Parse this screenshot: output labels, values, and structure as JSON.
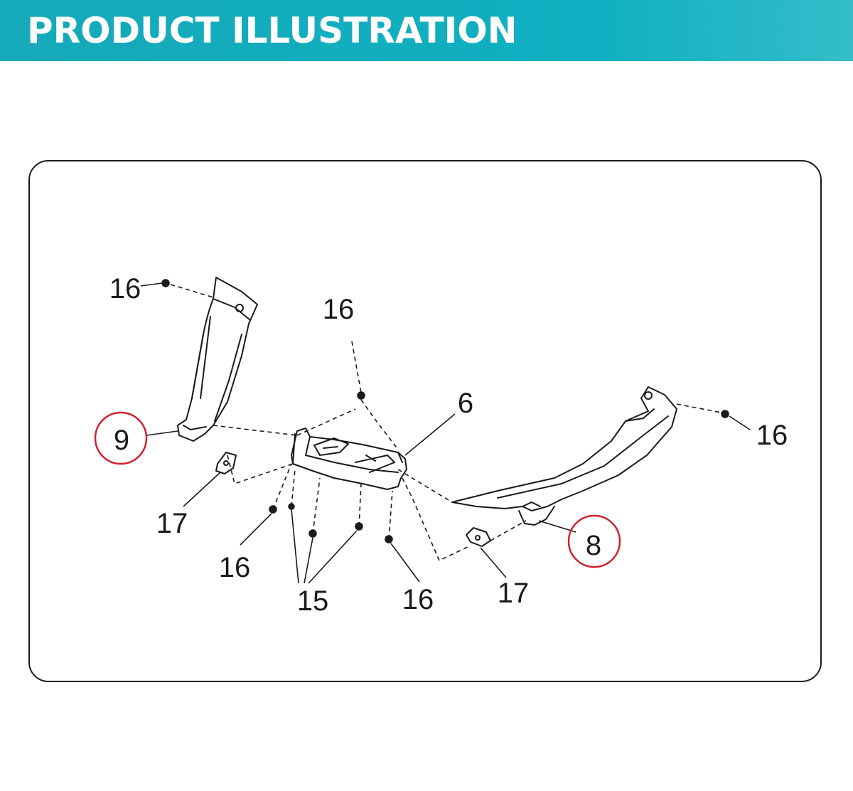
{
  "header": {
    "title": "PRODUCT ILLUSTRATION",
    "bg": "#13aabb"
  },
  "diagram": {
    "highlight_color": "#d1202f",
    "callouts": [
      {
        "id": "16-top-left",
        "text": "16"
      },
      {
        "id": "16-top-center",
        "text": "16"
      },
      {
        "id": "6",
        "text": "6"
      },
      {
        "id": "16-right",
        "text": "16"
      },
      {
        "id": "9",
        "text": "9",
        "highlighted": true
      },
      {
        "id": "17-left",
        "text": "17"
      },
      {
        "id": "16-bottom-left",
        "text": "16"
      },
      {
        "id": "15",
        "text": "15"
      },
      {
        "id": "16-bottom-center",
        "text": "16"
      },
      {
        "id": "17-right",
        "text": "17"
      },
      {
        "id": "8",
        "text": "8",
        "highlighted": true
      }
    ]
  }
}
